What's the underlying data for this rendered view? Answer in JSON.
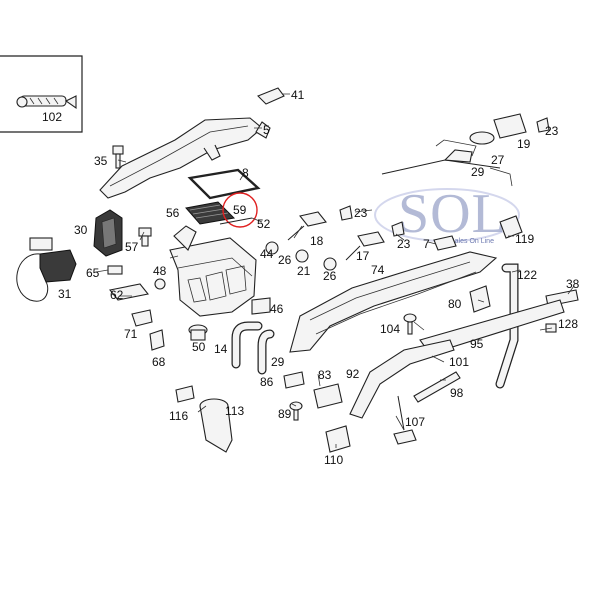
{
  "watermark": {
    "brand": "SOL",
    "tagline": "Sales On Line"
  },
  "highlight_color": "#e02020",
  "callouts": [
    "102",
    "41",
    "5",
    "35",
    "8",
    "59",
    "56",
    "52",
    "30",
    "57",
    "48",
    "44",
    "31",
    "65",
    "62",
    "71",
    "68",
    "50",
    "14",
    "29",
    "46",
    "26",
    "21",
    "26",
    "17",
    "18",
    "23",
    "74",
    "23",
    "7",
    "119",
    "122",
    "38",
    "80",
    "95",
    "128",
    "104",
    "101",
    "92",
    "98",
    "107",
    "110",
    "83",
    "89",
    "86",
    "116",
    "113",
    "19",
    "27",
    "23",
    "29"
  ]
}
